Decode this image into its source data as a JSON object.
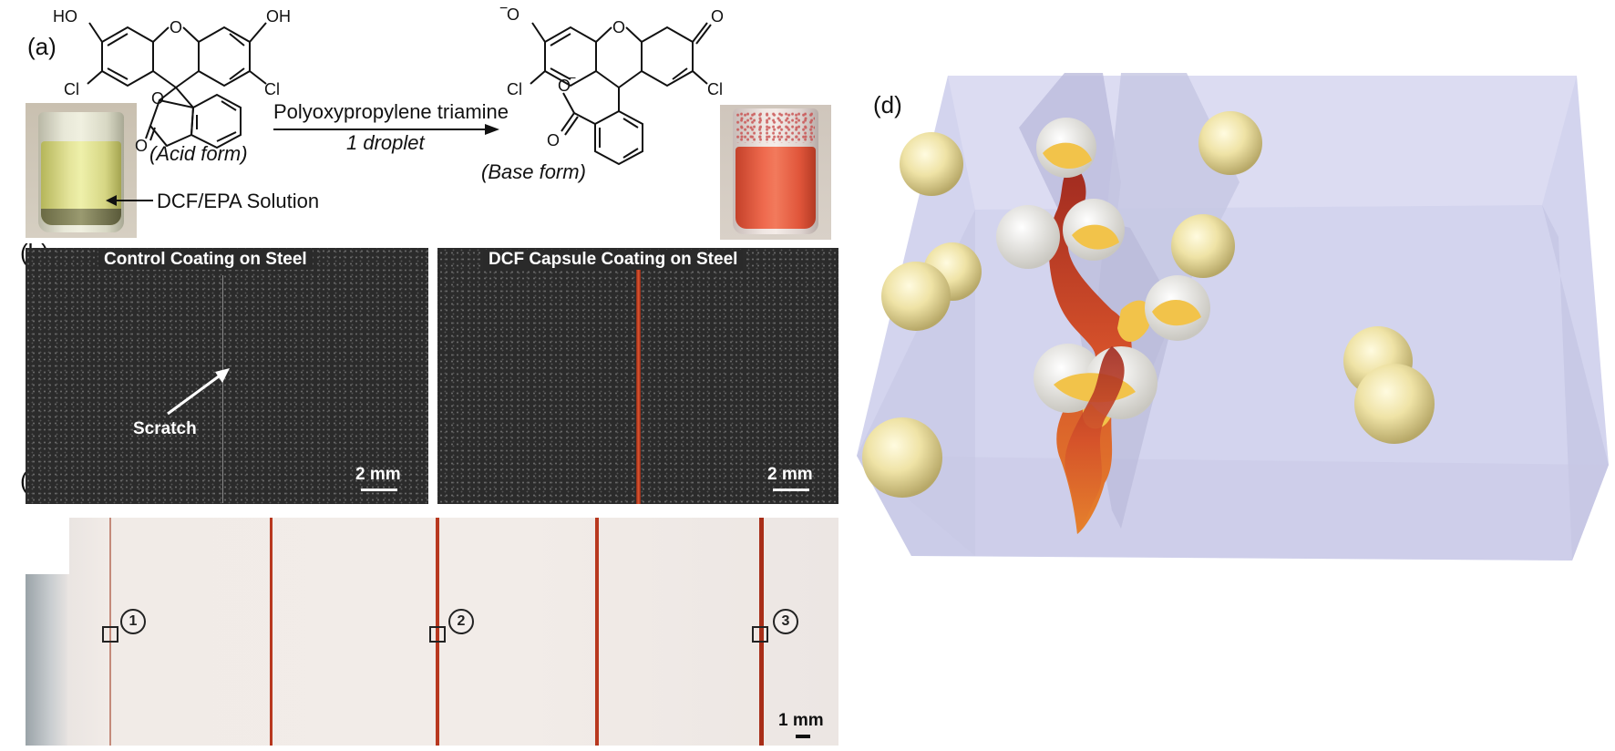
{
  "panel_labels": {
    "a": "(a)",
    "b": "(b)",
    "c": "(c)",
    "d": "(d)"
  },
  "panel_a": {
    "acid_molecule": {
      "ho_left": "HO",
      "oh_right": "OH",
      "o_bridge": "O",
      "cl_left": "Cl",
      "cl_right": "Cl",
      "o_lactone": "O",
      "o_carbonyl": "O",
      "form_label": "(Acid form)"
    },
    "base_molecule": {
      "o_minus": "O",
      "minus": "−",
      "o_bridge": "O",
      "o_keto": "O",
      "cl_left": "Cl",
      "cl_right": "Cl",
      "o_carboxylate_1": "O",
      "o_carboxylate_2": "O",
      "minus2": "−",
      "form_label": "(Base form)"
    },
    "reaction_reagent": "Polyoxypropylene triamine",
    "reaction_condition": "1 droplet",
    "vial_label": "DCF/EPA Solution",
    "colors": {
      "acid_solution": "#d9d98a",
      "base_solution": "#e0553a"
    }
  },
  "panel_b": {
    "left_title": "Control Coating on Steel",
    "right_title": "DCF Capsule Coating on Steel",
    "scratch_label": "Scratch",
    "left_scale": "2 mm",
    "right_scale": "2 mm",
    "colors": {
      "background": "#2b2b2b",
      "scratch_red": "#e0552f"
    }
  },
  "panel_c": {
    "markers": [
      "1",
      "2",
      "3"
    ],
    "scale": "1 mm",
    "colors": {
      "background": "#f0eae6",
      "line_red": "#b8381f"
    }
  },
  "panel_d": {
    "colors": {
      "block": "#d3d4ee",
      "capsule": "#efe6b0",
      "crack_red": "#c33a1f",
      "crack_yellow": "#f2c34a"
    }
  }
}
